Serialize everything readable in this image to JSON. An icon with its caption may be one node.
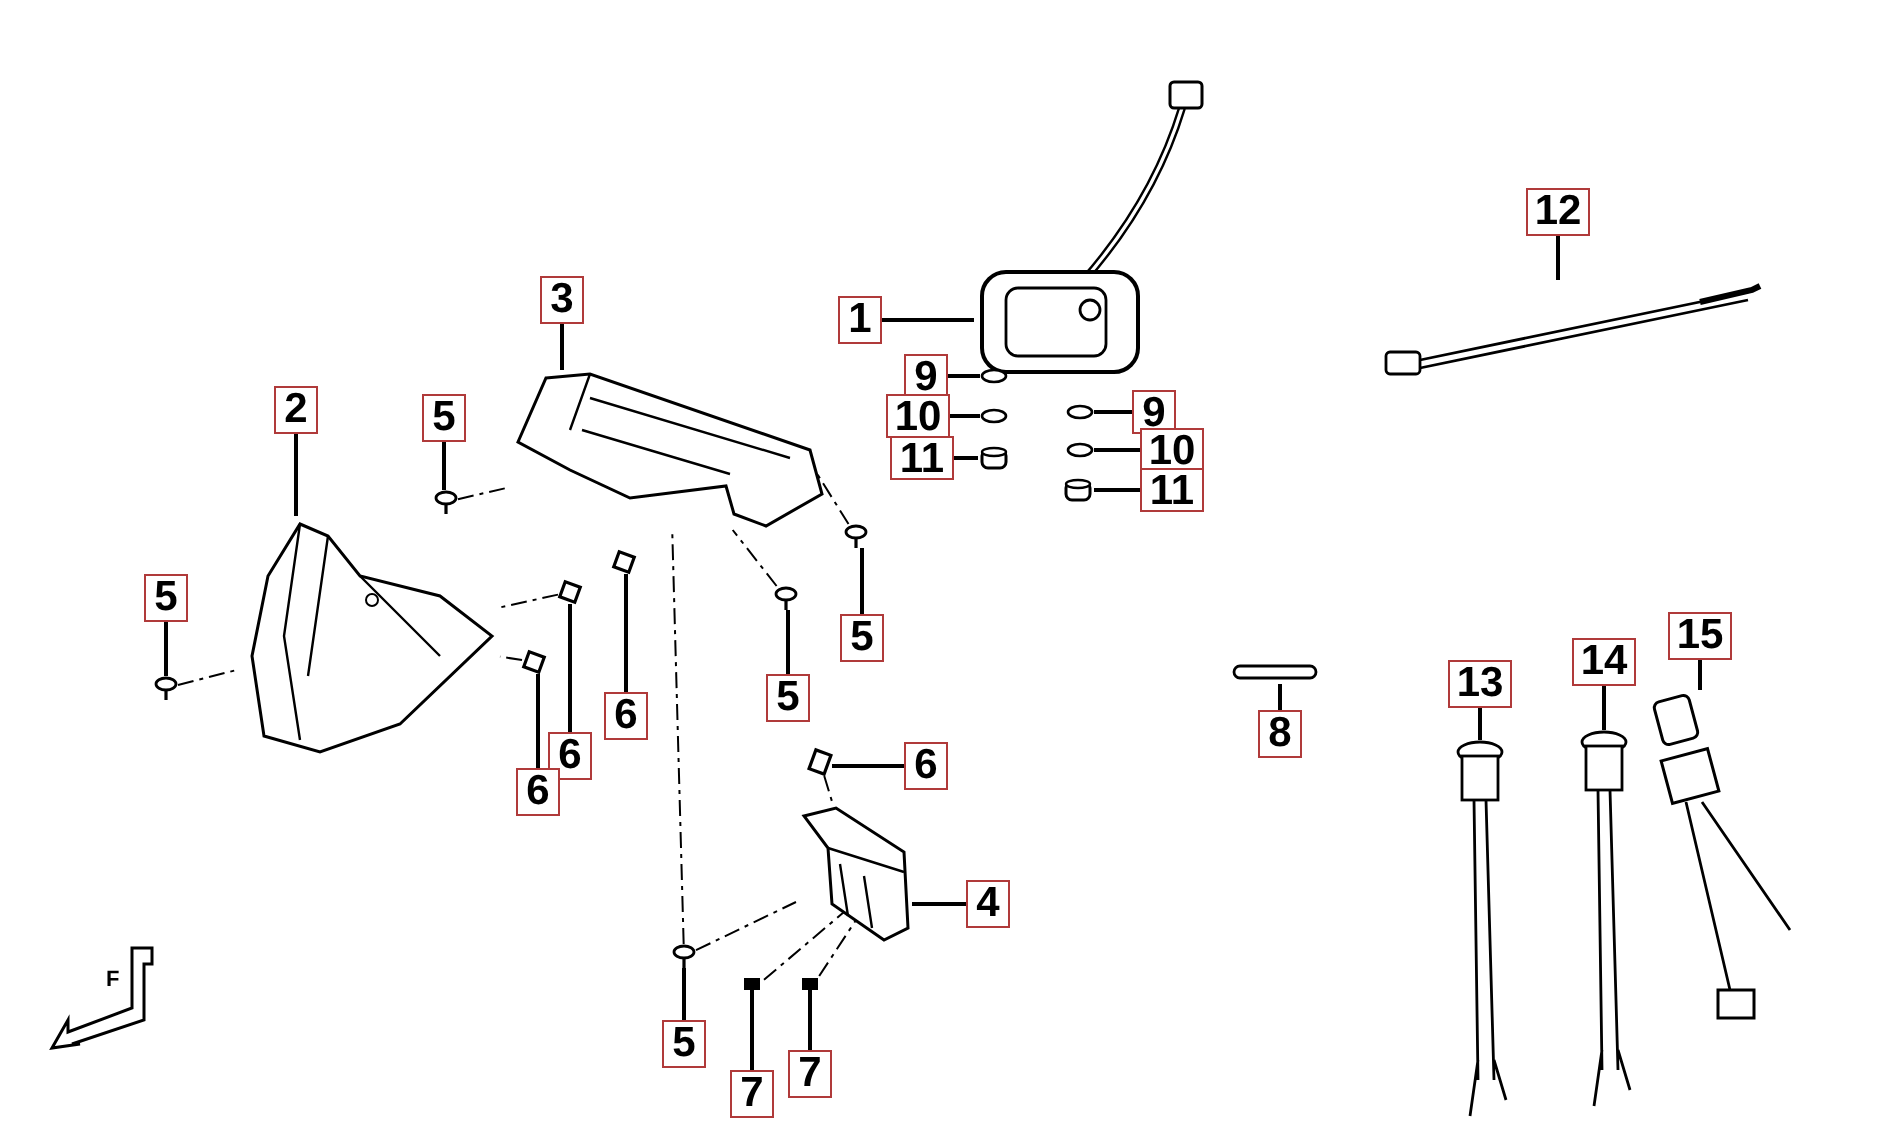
{
  "diagram": {
    "nodes": [
      {
        "text": [
          "12"
        ]
      },
      {
        "text": [],
        "shape": "picture"
      },
      {
        "text": [
          "3"
        ]
      },
      {
        "text": [],
        "shape": "picture"
      },
      {
        "text": [
          "1"
        ]
      },
      {
        "text": [],
        "shape": "picture"
      },
      {
        "text": [
          "9"
        ]
      },
      {
        "text": [],
        "shape": "circle"
      },
      {
        "text": [
          "9"
        ]
      },
      {
        "text": [],
        "shape": "circle"
      },
      {
        "text": [
          "2"
        ]
      },
      {
        "text": [],
        "shape": "picture"
      },
      {
        "text": [
          "5"
        ]
      },
      {
        "text": [],
        "shape": "picture"
      },
      {
        "text": [
          "10"
        ]
      },
      {
        "text": [],
        "shape": "circle"
      },
      {
        "text": [
          "10"
        ]
      },
      {
        "text": [],
        "shape": "circle"
      },
      {
        "text": [
          "11"
        ]
      },
      {
        "text": [],
        "shape": "cylinder"
      },
      {
        "text": [
          "11"
        ]
      },
      {
        "text": [],
        "shape": "cylinder"
      },
      {
        "text": [
          "5"
        ]
      },
      {
        "text": [],
        "shape": "picture"
      },
      {
        "text": [
          "15"
        ]
      },
      {
        "text": [],
        "shape": "picture"
      },
      {
        "text": [
          "5"
        ]
      },
      {
        "text": [],
        "shape": "picture"
      },
      {
        "text": [
          "14"
        ]
      },
      {
        "text": [],
        "shape": "picture"
      },
      {
        "text": [
          "13"
        ]
      },
      {
        "text": [],
        "shape": "picture"
      },
      {
        "text": [
          "5"
        ]
      },
      {
        "text": [],
        "shape": "picture"
      },
      {
        "text": [
          "6"
        ]
      },
      {
        "text": [],
        "shape": "box"
      },
      {
        "text": [
          "8"
        ]
      },
      {
        "text": [],
        "shape": "bar"
      },
      {
        "text": [
          "6"
        ]
      },
      {
        "text": [],
        "shape": "box"
      },
      {
        "text": [
          "6"
        ]
      },
      {
        "text": [],
        "shape": "box"
      },
      {
        "text": [
          "6"
        ]
      },
      {
        "text": [],
        "shape": "box"
      },
      {
        "text": [
          "4"
        ]
      },
      {
        "text": [],
        "shape": "picture"
      },
      {
        "text": [
          "5"
        ]
      },
      {
        "text": [],
        "shape": "picture"
      },
      {
        "text": [
          "7"
        ]
      },
      {
        "text": [],
        "shape": "picture"
      },
      {
        "text": [
          "7"
        ]
      },
      {
        "text": [],
        "shape": "picture"
      }
    ],
    "edges": [
      {
        "from": 0,
        "to": 1,
        "arrow": "none"
      },
      {
        "from": 2,
        "to": 3,
        "arrow": "none"
      },
      {
        "from": 4,
        "to": 5,
        "arrow": "none"
      },
      {
        "from": 6,
        "to": 7,
        "arrow": "none"
      },
      {
        "from": 8,
        "to": 9,
        "arrow": "none"
      },
      {
        "from": 10,
        "to": 11,
        "arrow": "none"
      },
      {
        "from": 12,
        "to": 13,
        "arrow": "none"
      },
      {
        "from": 14,
        "to": 15,
        "arrow": "none"
      },
      {
        "from": 16,
        "to": 17,
        "arrow": "none"
      },
      {
        "from": 18,
        "to": 19,
        "arrow": "none"
      },
      {
        "from": 20,
        "to": 21,
        "arrow": "none"
      },
      {
        "from": 22,
        "to": 23,
        "arrow": "none"
      },
      {
        "from": 24,
        "to": 25,
        "arrow": "none"
      },
      {
        "from": 26,
        "to": 27,
        "arrow": "none"
      },
      {
        "from": 28,
        "to": 29,
        "arrow": "none"
      },
      {
        "from": 30,
        "to": 31,
        "arrow": "none"
      },
      {
        "from": 32,
        "to": 33,
        "arrow": "none"
      },
      {
        "from": 34,
        "to": 35,
        "arrow": "none"
      },
      {
        "from": 36,
        "to": 37,
        "arrow": "none"
      },
      {
        "from": 38,
        "to": 39,
        "arrow": "none"
      },
      {
        "from": 40,
        "to": 41,
        "arrow": "none"
      },
      {
        "from": 42,
        "to": 43,
        "arrow": "none"
      },
      {
        "from": 44,
        "to": 45,
        "arrow": "none"
      },
      {
        "from": 46,
        "to": 47,
        "arrow": "none"
      },
      {
        "from": 48,
        "to": 49,
        "arrow": "none"
      },
      {
        "from": 50,
        "to": 51,
        "arrow": "none"
      },
      {
        "from": 13,
        "to": 3,
        "arrow": "none",
        "style": "dashed"
      },
      {
        "from": 23,
        "to": 11,
        "arrow": "none",
        "style": "dashed"
      },
      {
        "from": 39,
        "to": 11,
        "arrow": "none",
        "style": "dashed"
      },
      {
        "from": 41,
        "to": 11,
        "arrow": "none",
        "style": "dashed"
      },
      {
        "from": 27,
        "to": 3,
        "arrow": "none",
        "style": "dashed"
      },
      {
        "from": 33,
        "to": 3,
        "arrow": "none",
        "style": "dashed"
      },
      {
        "from": 47,
        "to": 3,
        "arrow": "none",
        "style": "dashed"
      },
      {
        "from": 47,
        "to": 45,
        "arrow": "none",
        "style": "dashed"
      },
      {
        "from": 49,
        "to": 45,
        "arrow": "none",
        "style": "dashed"
      },
      {
        "from": 51,
        "to": 45,
        "arrow": "none",
        "style": "dashed"
      },
      {
        "from": 43,
        "to": 45,
        "arrow": "none",
        "style": "dashed"
      }
    ],
    "labels": [
      "F"
    ]
  }
}
